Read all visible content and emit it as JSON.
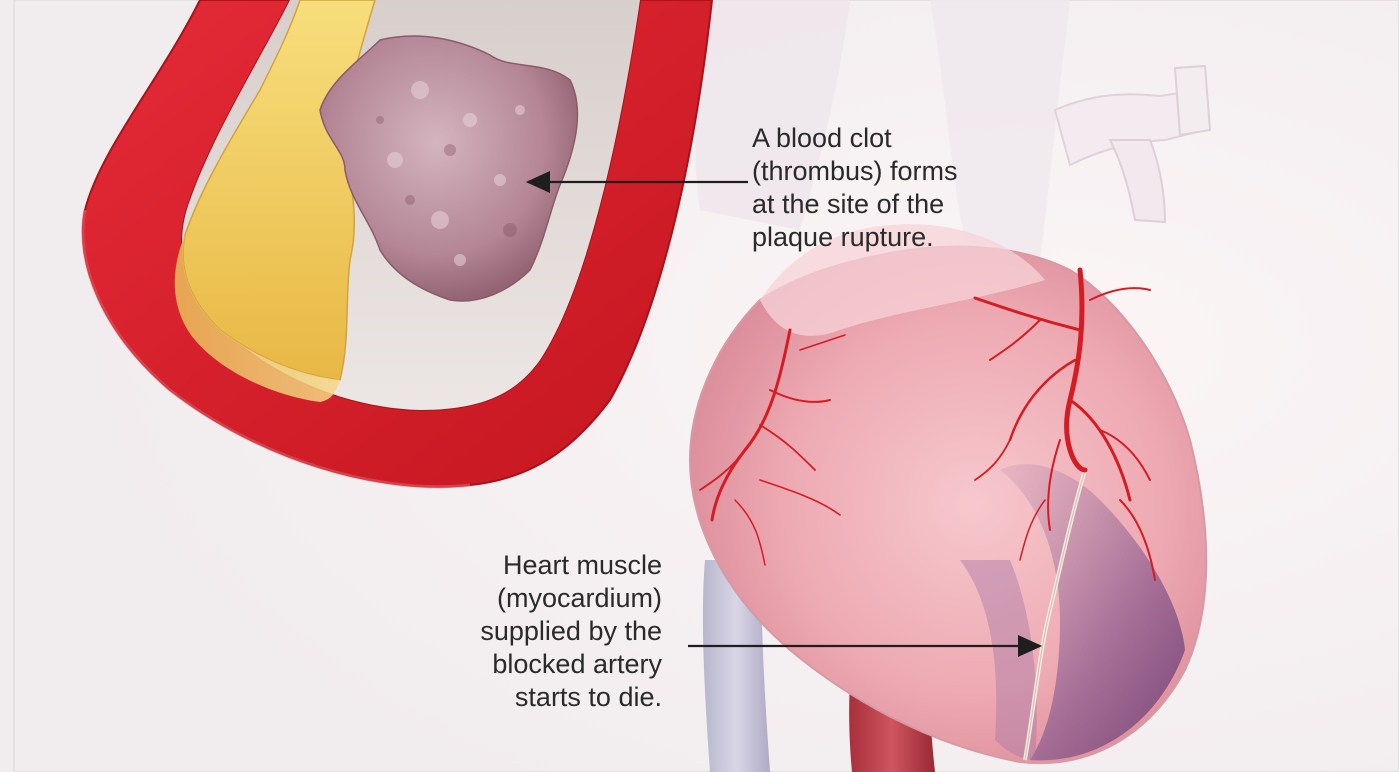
{
  "annotations": {
    "clot": {
      "lines": [
        "A blood clot",
        "(thrombus) forms",
        "at the site of the",
        "plaque rupture."
      ]
    },
    "muscle": {
      "lines": [
        "Heart muscle",
        "(myocardium)",
        "supplied by the",
        "blocked artery",
        "starts to die."
      ]
    }
  },
  "colors": {
    "artery_wall": "#d8202e",
    "plaque": "#f2cc58",
    "thrombus": "#b98a98",
    "heart": "#f0b8c0",
    "infarct": "#8a5a8c",
    "coronary_vessel": "#d41c22"
  }
}
